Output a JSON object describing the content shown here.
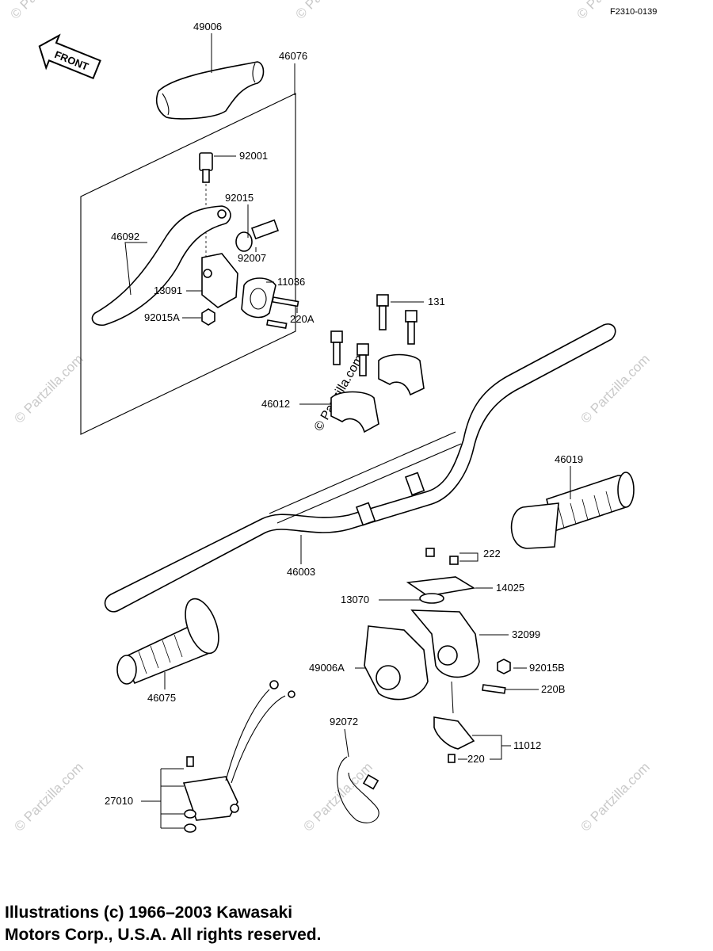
{
  "diagram_code": "F2310-0139",
  "front_label": "FRONT",
  "watermark": "© Partzilla.com",
  "parts": {
    "p49006": "49006",
    "p46076": "46076",
    "p92001": "92001",
    "p92015": "92015",
    "p46092": "46092",
    "p92007": "92007",
    "p11036": "11036",
    "p13091": "13091",
    "p131": "131",
    "p92015A": "92015A",
    "p220A": "220A",
    "p46012": "46012",
    "p46019": "46019",
    "p222": "222",
    "p46003": "46003",
    "p14025": "14025",
    "p13070": "13070",
    "p32099": "32099",
    "p49006A": "49006A",
    "p92015B": "92015B",
    "p220B": "220B",
    "p46075": "46075",
    "p92072": "92072",
    "p11012": "11012",
    "p220": "220",
    "p27010": "27010"
  },
  "copyright": {
    "line1": "Illustrations (c) 1966–2003 Kawasaki",
    "line2": "Motors Corp., U.S.A.  All rights reserved."
  }
}
